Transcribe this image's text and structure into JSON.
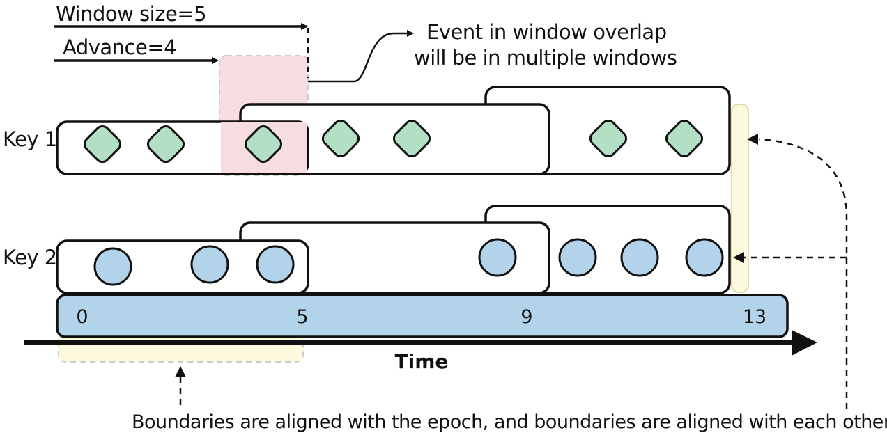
{
  "labels": {
    "window_size": "Window size=5",
    "advance": "Advance=4",
    "overlap_line1": "Event in window overlap",
    "overlap_line2": "will be in multiple windows",
    "key1": "Key 1",
    "key2": "Key 2",
    "time": "Time",
    "boundaries": "Boundaries are aligned with the epoch, and boundaries are aligned with each other"
  },
  "axis": {
    "ticks": [
      "0",
      "5",
      "9",
      "13"
    ]
  },
  "colors": {
    "event_key1": "#b3dfc5",
    "event_key2": "#b3d3ea",
    "axis_band": "#b3d3ea",
    "overlap_highlight": "#f5dde0",
    "boundary_highlight": "#fdf9dc"
  }
}
